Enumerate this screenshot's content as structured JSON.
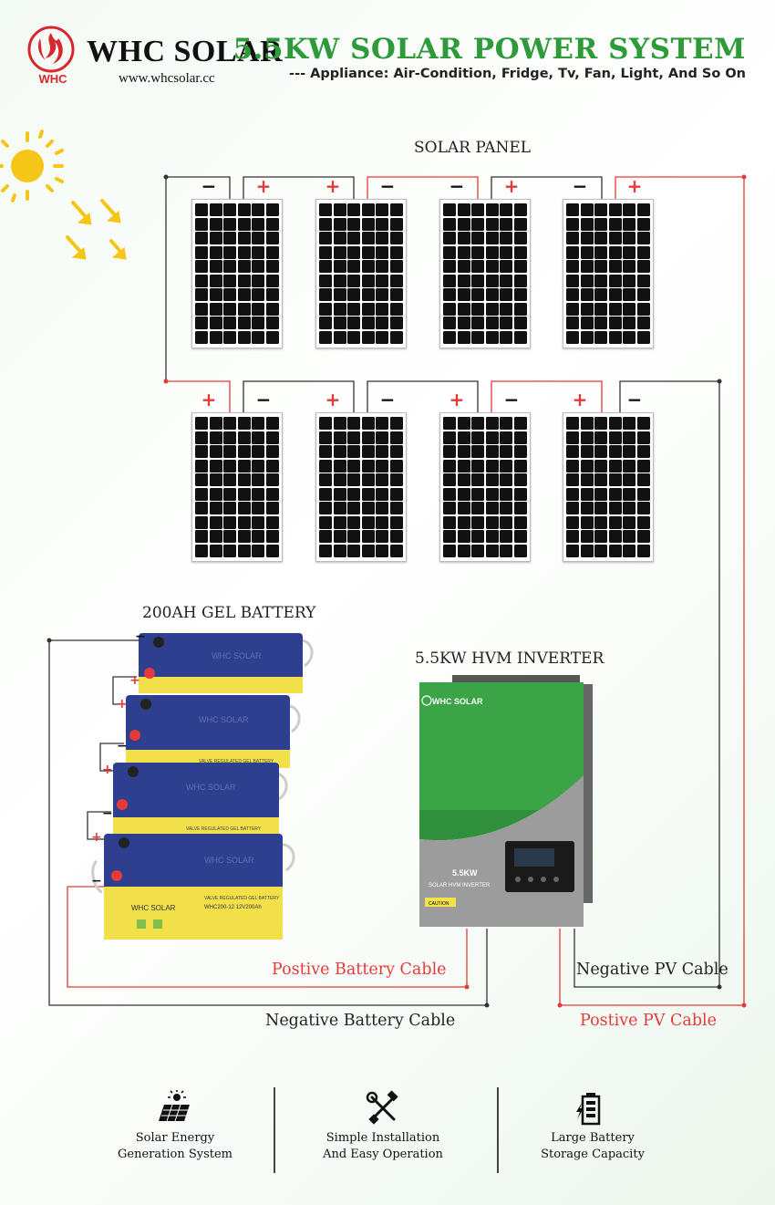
{
  "header": {
    "brand_name": "WHC SOLAR",
    "brand_url": "www.whcsolar.cc",
    "logo_text": "WHC",
    "title": "5.5KW SOLAR POWER SYSTEM",
    "subtitle": "--- Appliance: Air-Condition, Fridge, Tv, Fan, Light, And So On"
  },
  "diagram": {
    "solar_panel_label": "SOLAR PANEL",
    "battery_label": "200AH GEL BATTERY",
    "inverter_label": "5.5KW HVM INVERTER",
    "panel_rows": [
      [
        "-",
        "+",
        "+",
        "-",
        "-",
        "+",
        "-",
        "+"
      ],
      [
        "+",
        "-",
        "+",
        "-",
        "+",
        "-",
        "+",
        "-"
      ]
    ],
    "battery_terminals": [
      "-",
      "+",
      "+",
      "-",
      "+",
      "-",
      "+",
      "-",
      "+"
    ],
    "battery_brand": "WHC SOLAR",
    "battery_model": "WHC200-12 12V200Ah",
    "battery_type_text": "VALVE REGULATED GEL BATTERY",
    "inverter_brand": "WHC SOLAR",
    "inverter_model": "5.5KW",
    "inverter_type": "SOLAR HVM INVERTER",
    "inverter_warning": "CAUTION",
    "cables": {
      "positive_battery": "Postive Battery Cable",
      "negative_battery": "Negative Battery  Cable",
      "negative_pv": "Negative PV Cable",
      "positive_pv": "Postive  PV Cable"
    },
    "colors": {
      "positive": "#e53a3a",
      "negative": "#333333",
      "inverter_green": "#3aa447",
      "battery_blue": "#2f3f8f",
      "battery_yellow": "#f2e04a"
    }
  },
  "features": [
    {
      "icon": "solar-panel-icon",
      "line1": "Solar Energy",
      "line2": "Generation System"
    },
    {
      "icon": "tools-icon",
      "line1": "Simple Installation",
      "line2": "And Easy Operation"
    },
    {
      "icon": "battery-icon",
      "line1": "Large Battery",
      "line2": "Storage Capacity"
    }
  ]
}
